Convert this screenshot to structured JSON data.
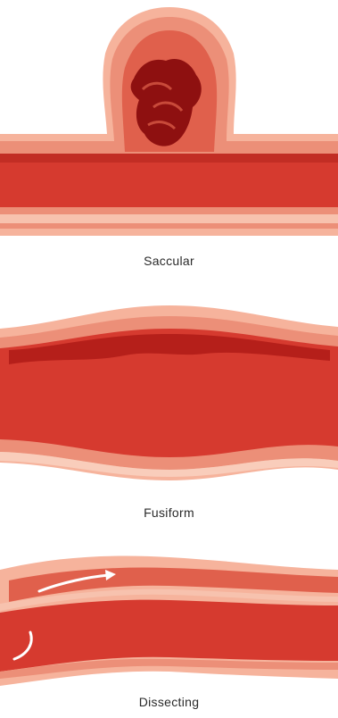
{
  "figure": {
    "panels": [
      {
        "caption": "Saccular",
        "illustration": "saccular-aneurysm"
      },
      {
        "caption": "Fusiform",
        "illustration": "fusiform-aneurysm"
      },
      {
        "caption": "Dissecting",
        "illustration": "dissecting-aneurysm"
      }
    ],
    "colors": {
      "vessel_wall_outer": "#f6b39c",
      "vessel_wall_mid": "#ec8f78",
      "lumen": "#d63a2f",
      "lumen_dark": "#b51f1a",
      "clot": "#8e1010",
      "false_lumen_highlight": "#ffffff"
    }
  }
}
